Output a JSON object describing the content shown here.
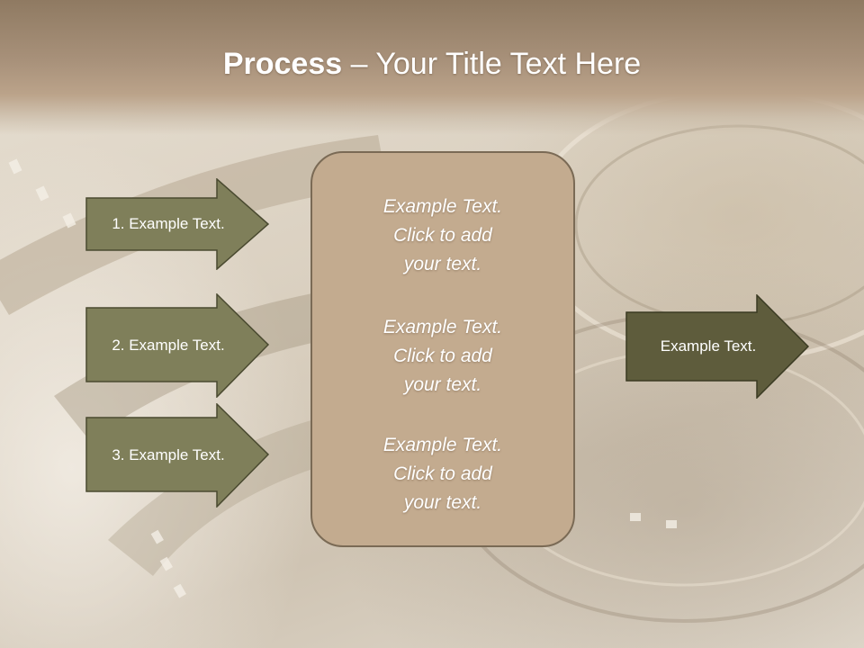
{
  "slide": {
    "title_bold": "Process",
    "title_rest": " – Your Title Text Here"
  },
  "left_arrows": [
    {
      "label": "1. Example Text."
    },
    {
      "label": "2. Example Text."
    },
    {
      "label": "3. Example Text."
    }
  ],
  "center_box": {
    "blocks": [
      {
        "lines": [
          "Example Text.",
          "Click  to add",
          "your text."
        ]
      },
      {
        "lines": [
          "Example Text.",
          "Click  to add",
          "your text."
        ]
      },
      {
        "lines": [
          "Example Text.",
          "Click  to add",
          "your text."
        ]
      }
    ]
  },
  "right_arrow": {
    "label": "Example Text."
  },
  "colors": {
    "left_arrow_fill": "#7f7f5a",
    "right_arrow_fill": "#5e5c3c",
    "box_fill": "#c3ab8f",
    "header": "#a8917a"
  }
}
